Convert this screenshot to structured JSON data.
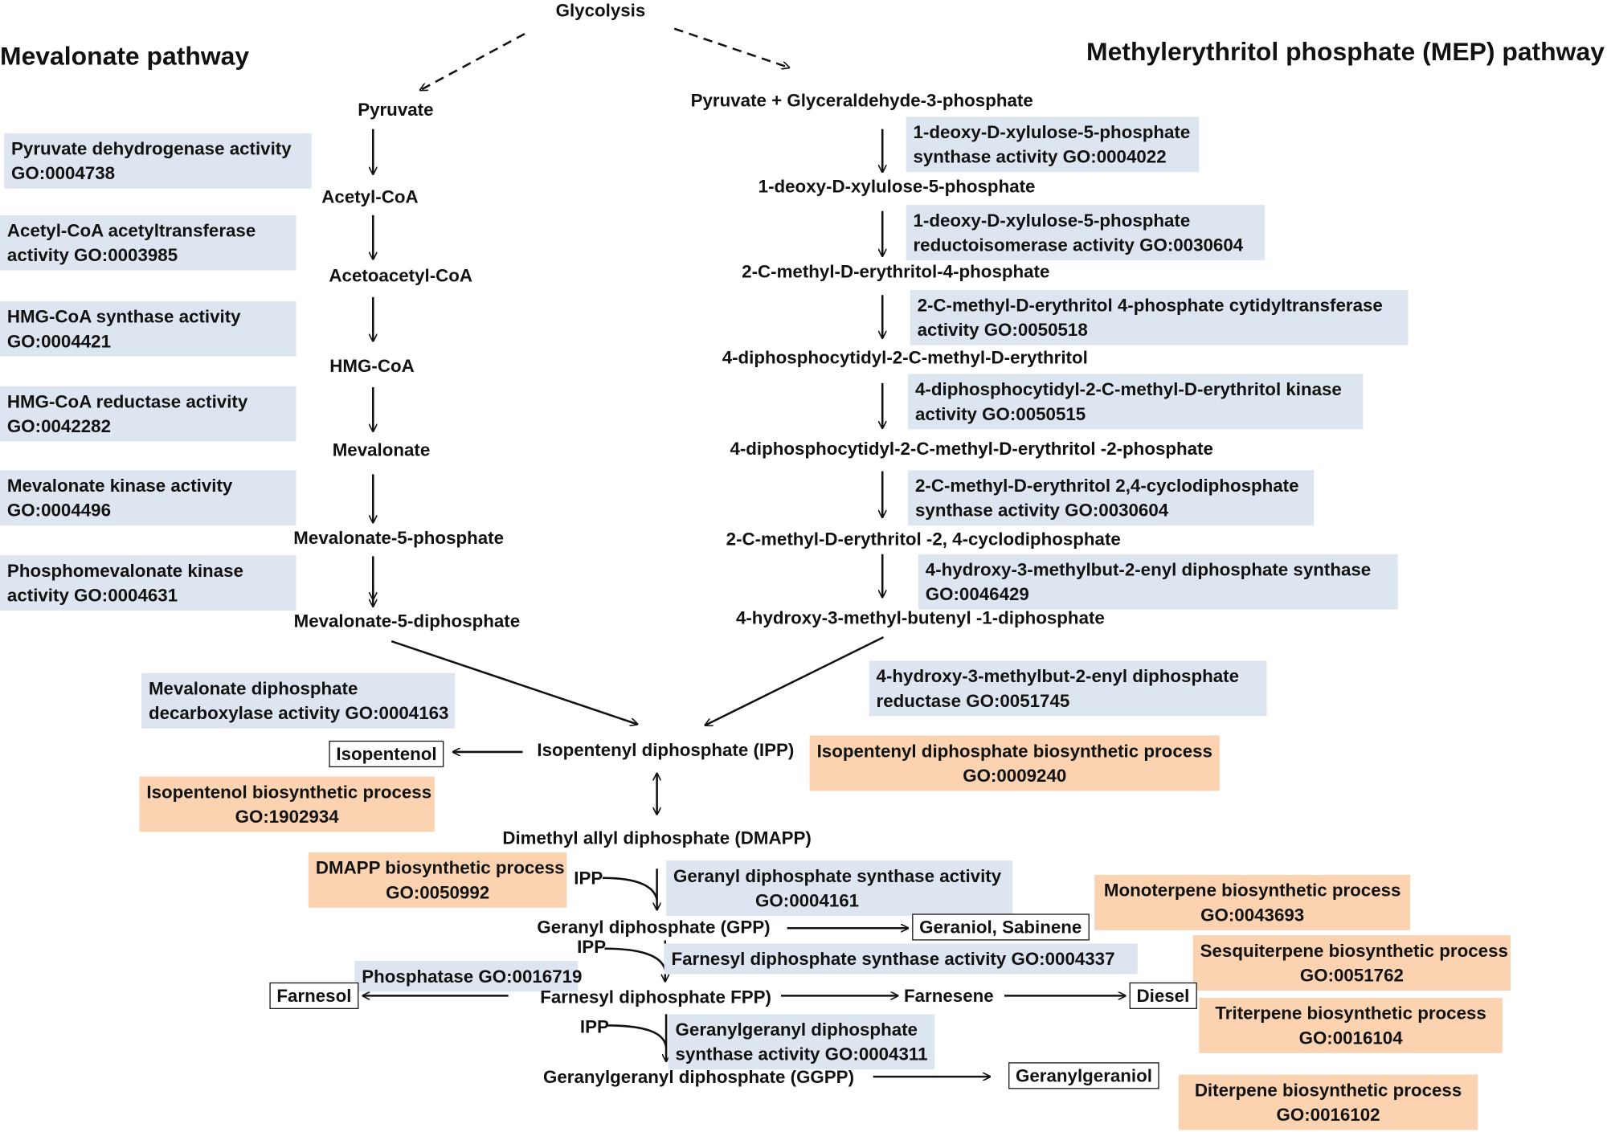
{
  "top": {
    "glycolysis": "Glycolysis"
  },
  "headers": {
    "mevalonate": "Mevalonate pathway",
    "mep": "Methylerythritol phosphate (MEP) pathway"
  },
  "mevalonate_compounds": [
    "Pyruvate",
    "Acetyl-CoA",
    "Acetoacetyl-CoA",
    "HMG-CoA",
    "Mevalonate",
    "Mevalonate-5-phosphate",
    "Mevalonate-5-diphosphate"
  ],
  "mevalonate_enzymes": [
    {
      "line1": "Pyruvate dehydrogenase activity",
      "line2": " GO:0004738"
    },
    {
      "line1": "Acetyl-CoA acetyltransferase",
      "line2": "activity GO:0003985"
    },
    {
      "line1": "HMG-CoA synthase activity",
      "line2": " GO:0004421"
    },
    {
      "line1": "HMG-CoA reductase activity",
      "line2": "GO:0042282"
    },
    {
      "line1": "Mevalonate kinase activity",
      "line2": "GO:0004496"
    },
    {
      "line1": "Phosphomevalonate kinase",
      "line2": "activity GO:0004631"
    },
    {
      "line1": "Mevalonate diphosphate",
      "line2": "decarboxylase activity GO:0004163"
    }
  ],
  "mep_compounds": [
    "Pyruvate + Glyceraldehyde-3-phosphate",
    "1-deoxy-D-xylulose-5-phosphate",
    "2-C-methyl-D-erythritol-4-phosphate",
    "4-diphosphocytidyl-2-C-methyl-D-erythritol",
    "4-diphosphocytidyl-2-C-methyl-D-erythritol -2-phosphate",
    "2-C-methyl-D-erythritol -2, 4-cyclodiphosphate",
    "4-hydroxy-3-methyl-butenyl -1-diphosphate"
  ],
  "mep_enzymes": [
    {
      "line1": "1-deoxy-D-xylulose-5-phosphate",
      "line2": "synthase activity GO:0004022"
    },
    {
      "line1": "1-deoxy-D-xylulose-5-phosphate",
      "line2": "reductoisomerase activity GO:0030604"
    },
    {
      "line1": "2-C-methyl-D-erythritol 4-phosphate cytidyltransferase",
      "line2": "activity GO:0050518"
    },
    {
      "line1": "4-diphosphocytidyl-2-C-methyl-D-erythritol kinase",
      "line2": "activity GO:0050515"
    },
    {
      "line1": "2-C-methyl-D-erythritol 2,4-cyclodiphosphate",
      "line2": "synthase activity GO:0030604"
    },
    {
      "line1": "4-hydroxy-3-methylbut-2-enyl diphosphate synthase",
      "line2": "GO:0046429"
    },
    {
      "line1": "4-hydroxy-3-methylbut-2-enyl diphosphate",
      "line2": " reductase GO:0051745"
    }
  ],
  "downstream": {
    "ipp": "Isopentenyl diphosphate (IPP)",
    "dmapp": "Dimethyl allyl diphosphate (DMAPP)",
    "gpp": "Geranyl diphosphate (GPP)",
    "fpp": "Farnesyl diphosphate FPP)",
    "ggpp": "Geranylgeranyl diphosphate (GGPP)",
    "farnesene": "Farnesene",
    "ipp_short": "IPP"
  },
  "products": {
    "isopentenol": "Isopentenol",
    "geraniol": "Geraniol, Sabinene",
    "farnesol": "Farnesol",
    "diesel": "Diesel",
    "geranylgeraniol": "Geranylgeraniol"
  },
  "downstream_enzymes": {
    "gps": {
      "line1": "Geranyl diphosphate synthase activity",
      "line2": "GO:0004161"
    },
    "fps": {
      "line1": "Farnesyl diphosphate synthase activity GO:0004337"
    },
    "phosphatase": {
      "line1": "Phosphatase GO:0016719"
    },
    "ggps": {
      "line1": "Geranylgeranyl diphosphate",
      "line2": "synthase activity GO:0004311"
    }
  },
  "processes": {
    "ipp": {
      "line1": "Isopentenyl diphosphate biosynthetic process",
      "line2": "GO:0009240"
    },
    "isopentenol": {
      "line1": "Isopentenol biosynthetic process",
      "line2": "GO:1902934"
    },
    "dmapp": {
      "line1": "DMAPP biosynthetic process",
      "line2": "GO:0050992"
    },
    "monoterpene": {
      "line1": "Monoterpene biosynthetic process",
      "line2": "GO:0043693"
    },
    "sesquiterpene": {
      "line1": "Sesquiterpene biosynthetic process",
      "line2": "GO:0051762"
    },
    "triterpene": {
      "line1": "Triterpene biosynthetic process",
      "line2": "GO:0016104"
    },
    "diterpene": {
      "line1": "Diterpene biosynthetic process",
      "line2": "GO:0016102"
    }
  },
  "colors": {
    "enzyme_fill": "#dde6f0",
    "process_fill": "#fbd3b0",
    "line": "#111111"
  }
}
